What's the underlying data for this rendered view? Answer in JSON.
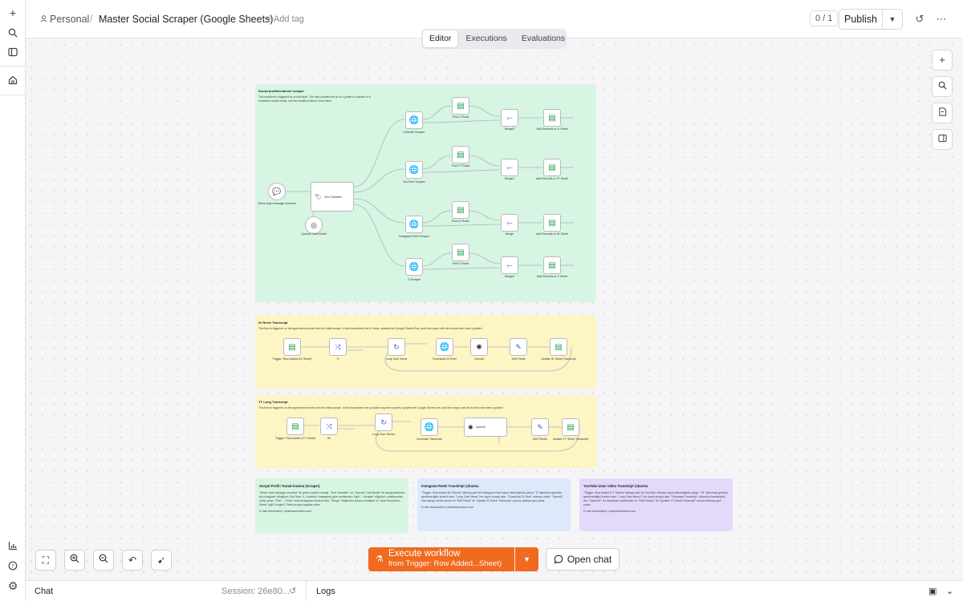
{
  "breadcrumb": {
    "project": "Personal",
    "separator": "/",
    "workflow_title": "Master Social Scraper (Google Sheets)",
    "add_tag": "+ Add tag"
  },
  "header": {
    "counter": "0 / 1",
    "publish_label": "Publish"
  },
  "tabs": [
    "Editor",
    "Executions",
    "Evaluations"
  ],
  "active_tab": "Editor",
  "sticky_notes": {
    "social": {
      "title": "Social profile/channel scraper",
      "description": "This workflow is triggered by a chat input. The user submits the url of a profile or channel of a respective social media, and the workflow takes it from there."
    },
    "ig": {
      "title": "IG Reels Transcript",
      "description": "This flow is triggered on the appended records from the initial scrape. It then transcribes the IG reels, updates the Google Sheets Row, and then loops until all records have been updated"
    },
    "yt": {
      "title": "YT Long Transcript",
      "description": "This flow is triggered on the appended records from the initial scrape. It then transcribes the youtube long form content, updates the Google Sheets row, and then loops until all records have been updated"
    },
    "tr1": {
      "title": "Sosyal Profil / Kanal Kazıma (Scraper)",
      "description": "\"When chat message received\" ile gelen content mesajı, \"Text Classifier\" ve \"OpenAI Chat Model\" ile hangi platforma ait ol bağlantı olduğunu (YouTube, X, LinkedIn, Instagram) göre sınıflandırır. İlgili \"...Scraper\" düğümü o platformdan veriyi çeker, \"Find ... Rows\" mevcut kayıtları kontrol eder, \"Merge\" düğümleri sonucu birleştirir ve \"Add Records to ... Sheet\" ilgili Google E-Tablo'ya yeni kayıtları ekler.",
      "footer": "D-mim Automation | dmimautomation.com"
    },
    "tr2": {
      "title": "Instagram Reels Transkript Çıkarma",
      "description": "\"Trigger: Row Added (IG Sheet)\" tabloya yeni bir Instagram Reel kaydı eklendiğinde çalışır. \"If\" işlenmesi gereken gerekmediğini kontrol eder, \"Loop Over Items\" her kaydı sırayla işler. \"Download IG Reel\" videoyu indirir, \"OpenAI\" sesi işleyip metne çevirir ve \"Edit Fields\" ile \"Update IG Sheet Transcript\" sonucu tabloya geri yazar.",
      "footer": "D-mim Automation | dmimautomation.com"
    },
    "tr3": {
      "title": "YouTube Uzun Video Transkript Çıkarma",
      "description": "\"Trigger: Row Added (YT Sheet)\" tabloya yeni bir YouTube videosu kaydı eklendiğinde çalışır. \"If1\" işlenmesi gerekip gerekmediğini kontrol eder, \"Loop Over Items1\" her kaydı sırayla işler. \"Generate Transcript\" videonun transkriptini alır, \"OpenAI1\" bu transkripti özetler/işler ve \"Edit Fields1\" ile \"Update YT Sheet Transcript\" sonucu tabloya geri yazar.",
      "footer": "D-mim Automation | dmimautomation.com"
    }
  },
  "nodes": {
    "chat_trigger": "When chat message received",
    "text_classifier": "Text Classifier",
    "openai_chat_model": "OpenAI Chat Model",
    "linkedin_scraper": "LinkedIn Scraper",
    "youtube_scraper": "YouTube Scraper",
    "instagram_scraper": "Instagram Reel Scraper",
    "x_scraper": "X Scraper",
    "find_li": "Find LI Rows",
    "find_yt": "Find YT Rows",
    "find_ig": "Find IG Rows",
    "find_x": "Find X Rows",
    "merge3": "Merge3",
    "merge1": "Merge1",
    "merge": "Merge",
    "merge2": "Merge2",
    "add_li": "Add Records to LI Sheet",
    "add_yt": "Add Records to YT Sheet",
    "add_ig": "Add Records to IG Sheet",
    "add_x": "Add Records to X Sheet",
    "ig_trigger": "Trigger: Row Added (IG Sheet)",
    "ig_if": "If",
    "ig_loop": "Loop Over Items",
    "ig_download": "Download IG Reel",
    "ig_openai": "OpenAI",
    "ig_edit": "Edit Fields",
    "ig_update": "Update IG Sheet Transcript",
    "yt_trigger": "Trigger: Row Added (YT Sheet)",
    "yt_if": "If1",
    "yt_loop": "Loop Over Items1",
    "yt_generate": "Generate Transcript",
    "yt_openai": "OpenAI",
    "yt_edit": "Edit Fields1",
    "yt_update": "Update YT Sheet Transcript"
  },
  "execute": {
    "title": "Execute workflow",
    "subtitle": "from Trigger: Row Added...Sheet)"
  },
  "open_chat": "Open chat",
  "bottom": {
    "chat_label": "Chat",
    "session": "Session: 26e80...",
    "logs_label": "Logs"
  },
  "colors": {
    "accent": "#f06b1f",
    "sticky_green": "#d6f5e3",
    "sticky_yellow": "#fdf5c4",
    "sticky_blue": "#dce9fb",
    "sticky_purple": "#e2d9fb"
  }
}
